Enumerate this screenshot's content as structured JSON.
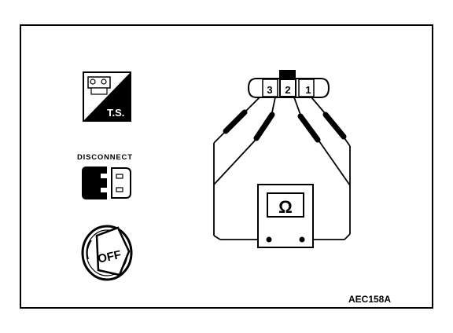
{
  "icons": {
    "ts_label": "T.S.",
    "disconnect_label": "DISCONNECT",
    "off_label": "OFF"
  },
  "connector": {
    "terminals": [
      "3",
      "2",
      "1"
    ]
  },
  "meter": {
    "symbol": "Ω"
  },
  "figure_code": "AEC158A"
}
